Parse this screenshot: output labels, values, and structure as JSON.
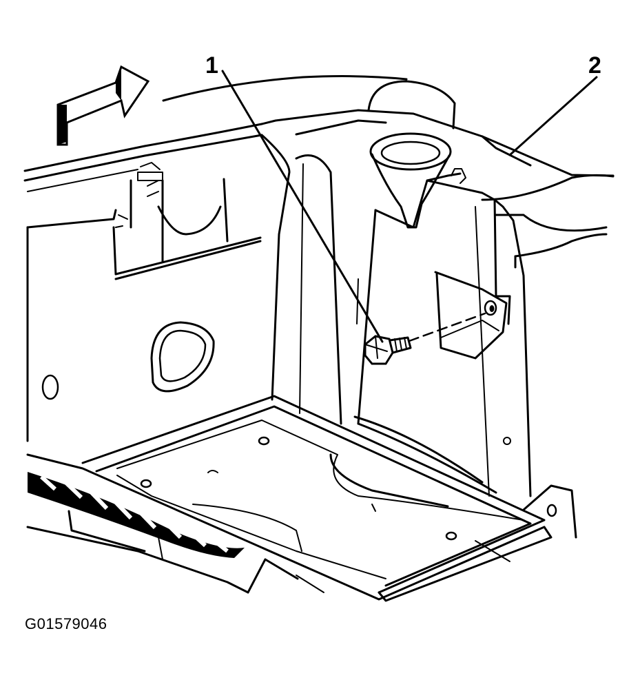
{
  "figure": {
    "code": "G01579046",
    "callouts": [
      {
        "number": "1"
      },
      {
        "number": "2"
      }
    ]
  },
  "icons": {
    "direction_arrow": "front-arrow-icon",
    "fastener": "bolt-icon"
  },
  "colors": {
    "line": "#000000",
    "background": "#ffffff"
  }
}
